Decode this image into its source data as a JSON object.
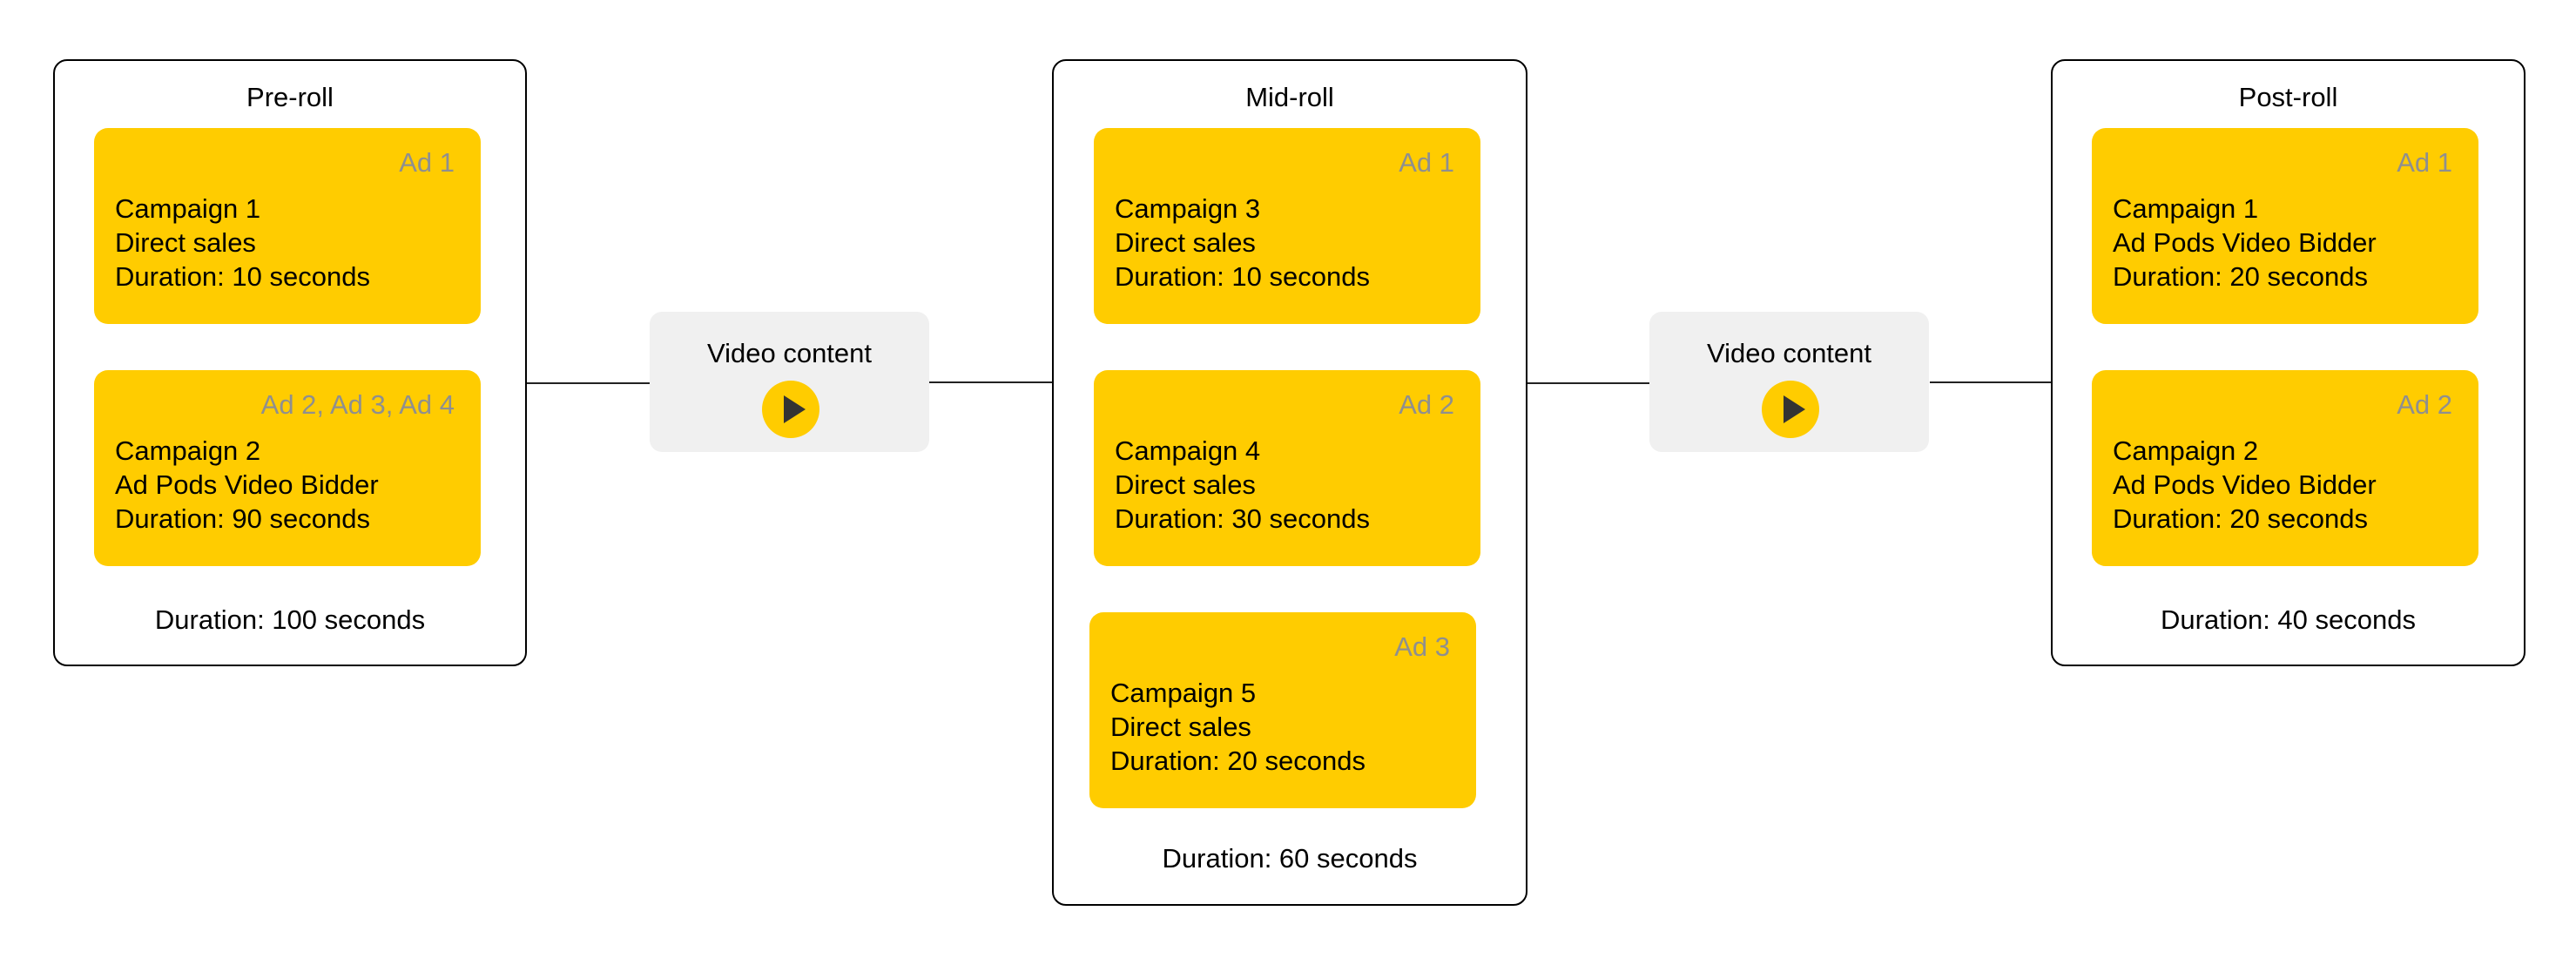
{
  "sections": {
    "preroll": {
      "title": "Pre-roll",
      "total": "Duration: 100 seconds",
      "ads": [
        {
          "tag": "Ad 1",
          "campaign": "Campaign 1",
          "source": "Direct sales",
          "duration": "Duration: 10 seconds"
        },
        {
          "tag": "Ad 2, Ad 3, Ad 4",
          "campaign": "Campaign 2",
          "source": "Ad Pods Video Bidder",
          "duration": "Duration: 90 seconds"
        }
      ]
    },
    "midroll": {
      "title": "Mid-roll",
      "total": "Duration: 60 seconds",
      "ads": [
        {
          "tag": "Ad 1",
          "campaign": "Campaign 3",
          "source": "Direct sales",
          "duration": "Duration: 10 seconds"
        },
        {
          "tag": "Ad 2",
          "campaign": "Campaign 4",
          "source": "Direct sales",
          "duration": "Duration: 30 seconds"
        },
        {
          "tag": "Ad 3",
          "campaign": "Campaign 5",
          "source": "Direct sales",
          "duration": "Duration: 20 seconds"
        }
      ]
    },
    "postroll": {
      "title": "Post-roll",
      "total": "Duration: 40 seconds",
      "ads": [
        {
          "tag": "Ad 1",
          "campaign": "Campaign 1",
          "source": "Ad Pods Video Bidder",
          "duration": "Duration: 20 seconds"
        },
        {
          "tag": "Ad 2",
          "campaign": "Campaign 2",
          "source": "Ad Pods Video Bidder",
          "duration": "Duration: 20 seconds"
        }
      ]
    }
  },
  "video": [
    {
      "label": "Video content",
      "icon": "play-icon"
    },
    {
      "label": "Video content",
      "icon": "play-icon"
    }
  ],
  "colors": {
    "ad_card": "#FFCC00",
    "ad_tag": "#8F8F8F",
    "video_box": "#F0F0F0",
    "play_button": "#FFCC00",
    "play_glyph": "#333333",
    "border": "#000000"
  }
}
